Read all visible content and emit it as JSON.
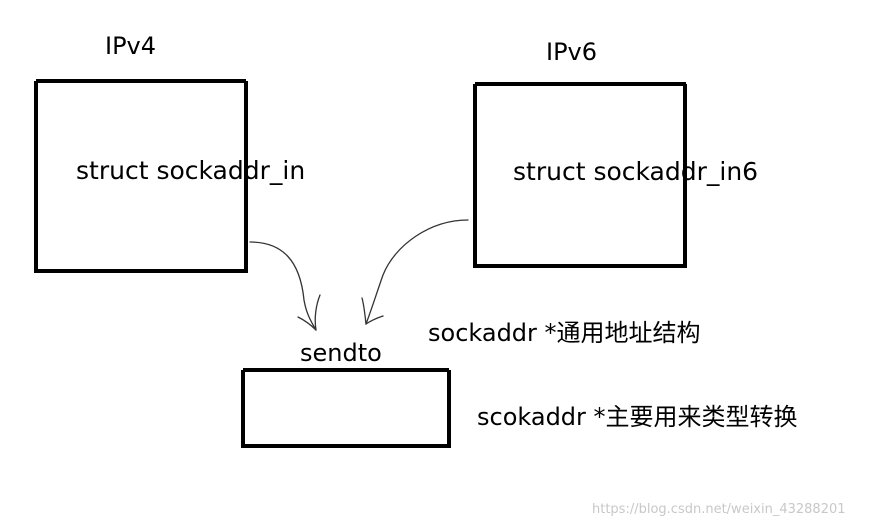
{
  "diagram": {
    "ipv4_label": "IPv4",
    "ipv6_label": "IPv6",
    "ipv4_struct": "struct sockaddr_in",
    "ipv6_struct": "struct sockaddr_in6",
    "sendto_label": "sendto",
    "generic_note": "sockaddr *通用地址结构",
    "cast_note": "scokaddr *主要用来类型转换"
  },
  "watermark": "https://blog.csdn.net/weixin_43288201"
}
